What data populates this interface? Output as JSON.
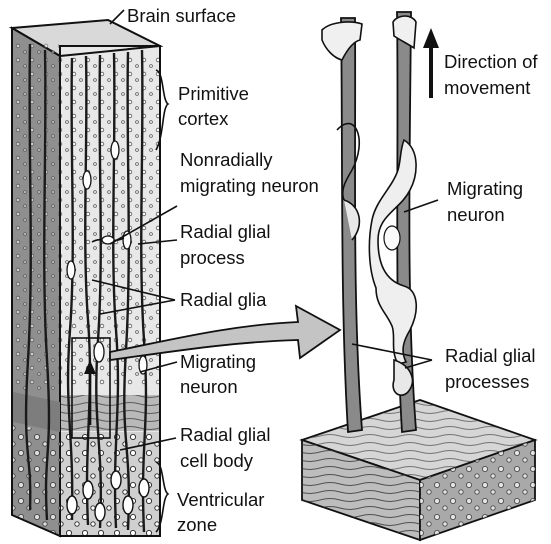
{
  "labels": {
    "brain_surface": "Brain surface",
    "primitive_cortex": [
      "Primitive",
      "cortex"
    ],
    "nonradial_neuron": [
      "Nonradially",
      "migrating neuron"
    ],
    "radial_glial_process": [
      "Radial glial",
      "process"
    ],
    "radial_glia": "Radial glia",
    "migrating_neuron_left": [
      "Migrating",
      "neuron"
    ],
    "radial_glial_cell_body": [
      "Radial glial",
      "cell body"
    ],
    "ventricular_zone": [
      "Ventricular",
      "zone"
    ],
    "direction": [
      "Direction of",
      "movement"
    ],
    "migrating_neuron_right": [
      "Migrating",
      "neuron"
    ],
    "radial_glial_processes": [
      "Radial glial",
      "processes"
    ]
  },
  "colors": {
    "ink": "#111111",
    "fill_light": "#e6e6e6",
    "fill_mid": "#bdbdbd",
    "fill_dark": "#8c8c8c",
    "arrow_fill": "#c4c4c4"
  }
}
